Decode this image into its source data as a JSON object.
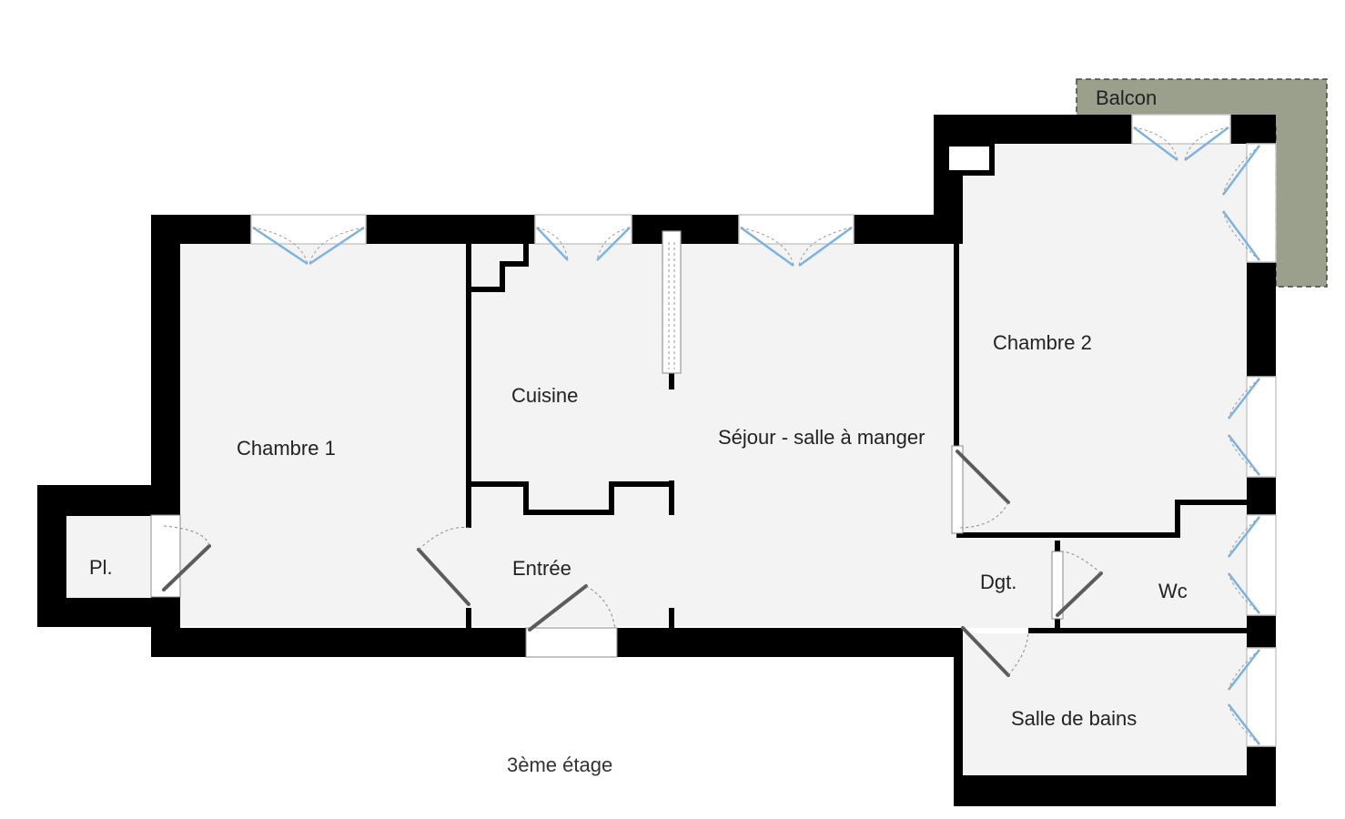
{
  "rooms": {
    "chambre1": "Chambre 1",
    "cuisine": "Cuisine",
    "sejour": "Séjour - salle à manger",
    "chambre2": "Chambre 2",
    "balcon": "Balcon",
    "placard": "Pl.",
    "entree": "Entrée",
    "degagement": "Dgt.",
    "wc": "Wc",
    "salle_de_bains": "Salle de bains"
  },
  "floor": "3ème étage",
  "colors": {
    "wall": "#000000",
    "floor": "#f3f3f3",
    "balcony": "#9aa08c",
    "window": "#7db3df",
    "door": "#5c5c5c"
  }
}
